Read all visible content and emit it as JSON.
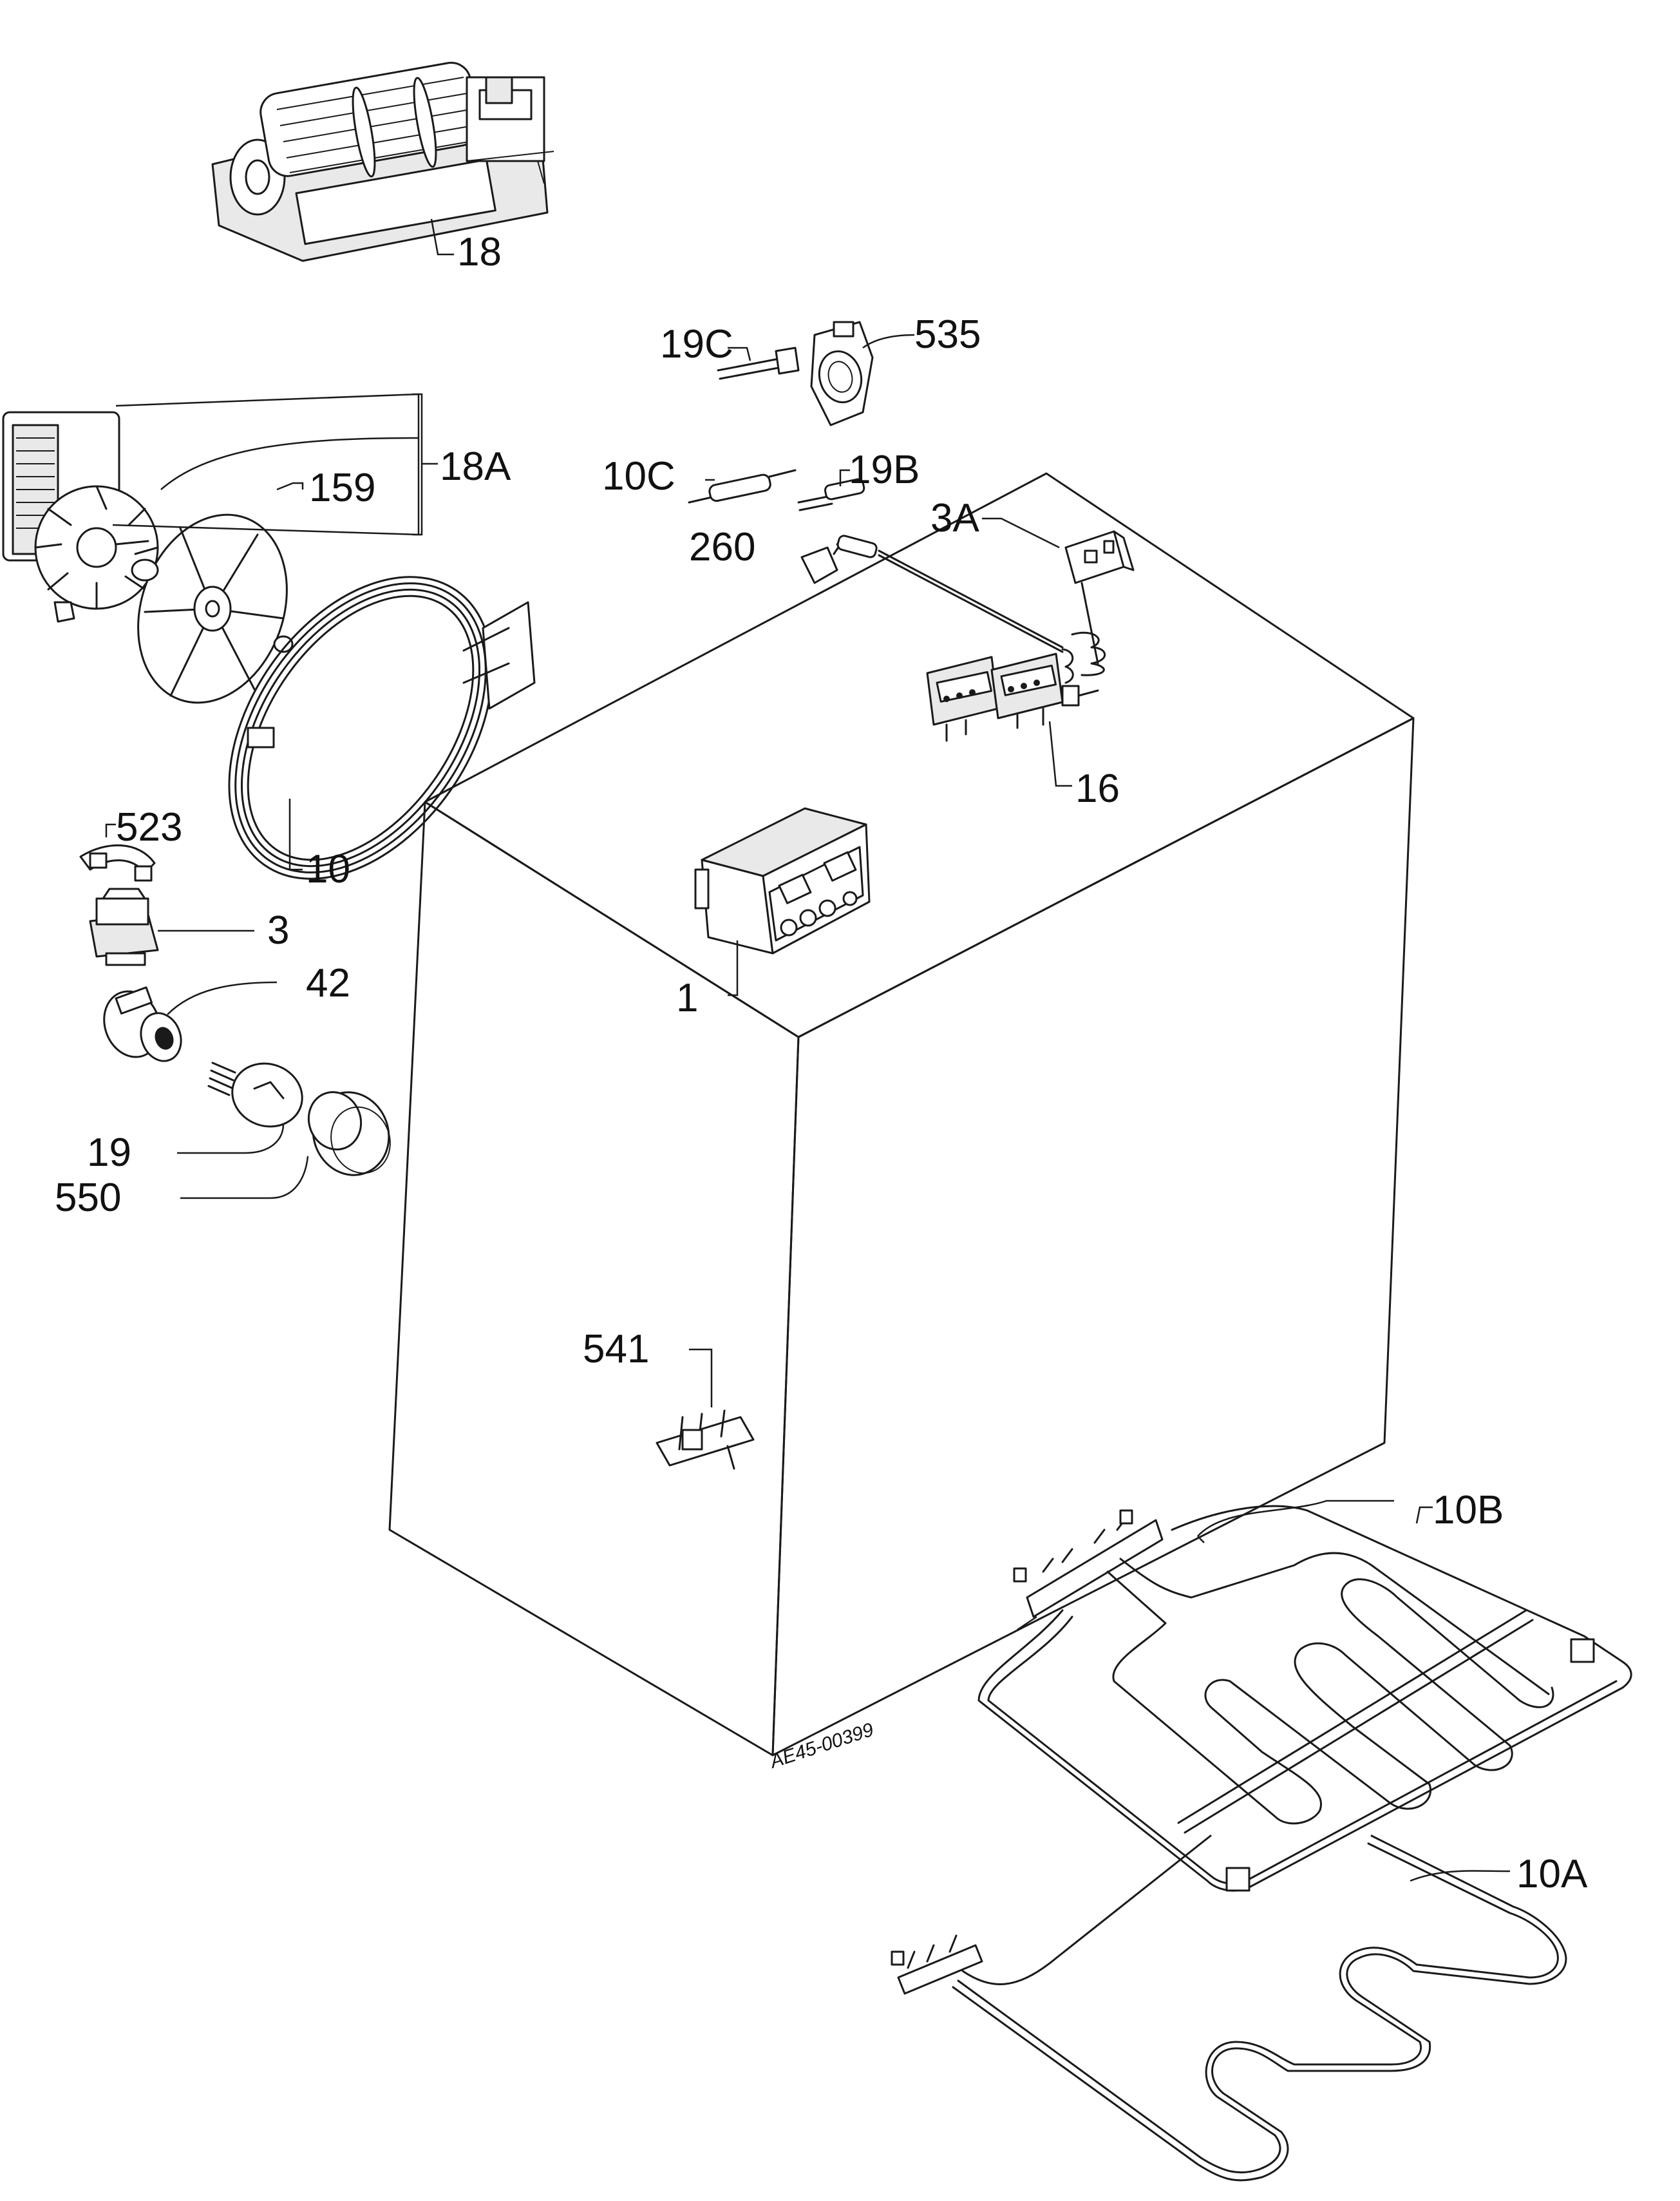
{
  "labels": {
    "p18": "18",
    "p18A": "18A",
    "p159": "159",
    "p10": "10",
    "p523": "523",
    "p3": "3",
    "p42": "42",
    "p19": "19",
    "p550": "550",
    "p19C": "19C",
    "p535": "535",
    "p10C": "10C",
    "p19B": "19B",
    "p260": "260",
    "p3A": "3A",
    "p16": "16",
    "p1": "1",
    "p541": "541",
    "p10B": "10B",
    "p10A": "10A"
  },
  "drawing_code": "AE45-00399"
}
